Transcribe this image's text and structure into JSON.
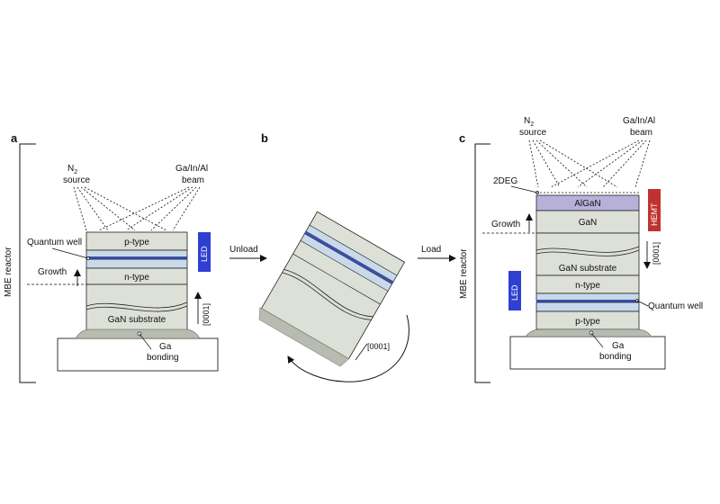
{
  "panels": {
    "a": {
      "letter": "a",
      "reactor": "MBE reactor",
      "n2_main": "N",
      "n2_sub": "2",
      "source": "source",
      "beam1": "Ga/In/Al",
      "beam2": "beam",
      "ptype": "p-type",
      "ntype": "n-type",
      "substrate": "GaN substrate",
      "quantum_well": "Quantum well",
      "growth": "Growth",
      "orientation": "[0001]",
      "led": "LED",
      "ga": "Ga",
      "bonding": "bonding"
    },
    "b": {
      "letter": "b",
      "unload": "Unload",
      "load": "Load",
      "orientation": "[0001]"
    },
    "c": {
      "letter": "c",
      "reactor": "MBE reactor",
      "n2_main": "N",
      "n2_sub": "2",
      "source": "source",
      "beam1": "Ga/In/Al",
      "beam2": "beam",
      "twodeg": "2DEG",
      "algan": "AlGaN",
      "gan": "GaN",
      "substrate": "GaN substrate",
      "ntype": "n-type",
      "ptype": "p-type",
      "quantum_well": "Quantum well",
      "growth": "Growth",
      "orientation": "[0001]",
      "hemt": "HEMT",
      "led": "LED",
      "ga": "Ga",
      "bonding": "bonding"
    }
  },
  "colors": {
    "layer_gray": "#dde0d6",
    "layer_blue": "#c8d9ea",
    "quantum_well": "#3c4fb8",
    "led_badge": "#2f3fd0",
    "hemt_badge": "#c0322f",
    "algan": "#b7b1da",
    "holder": "#b8bcb0"
  }
}
